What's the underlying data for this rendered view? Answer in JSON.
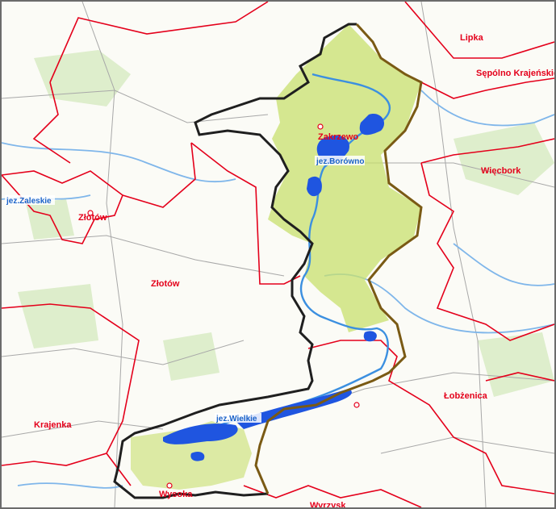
{
  "map": {
    "towns": {
      "lipka": "Lipka",
      "sepolno": "Sępólno Krajeńskie",
      "zakrzewo": "Zakrzewo",
      "wiecbork": "Więcbork",
      "zlotow_town": "Złotów",
      "zlotow_commune": "Złotów",
      "lobzenica": "Łobżenica",
      "krajenka": "Krajenka",
      "wysoka": "Wysoka",
      "wyrzysk": "Wyrzysk"
    },
    "lakes": {
      "borowno": "jez.Borówno",
      "zaleskie": "jez.Zaleskie",
      "wielkie": "jez.Wielkie"
    },
    "colors": {
      "admin_boundary": "#e4001b",
      "river": "#3b8fe0",
      "lake": "#1f55e0",
      "protected_area": "#c8e06e",
      "forest": "#d8ebc4",
      "outline_dark": "#1f1f1f",
      "outline_brown": "#7a5a14",
      "road": "#9a9a9a"
    },
    "icons": {
      "lake": "lake-icon",
      "river": "river-icon"
    }
  }
}
